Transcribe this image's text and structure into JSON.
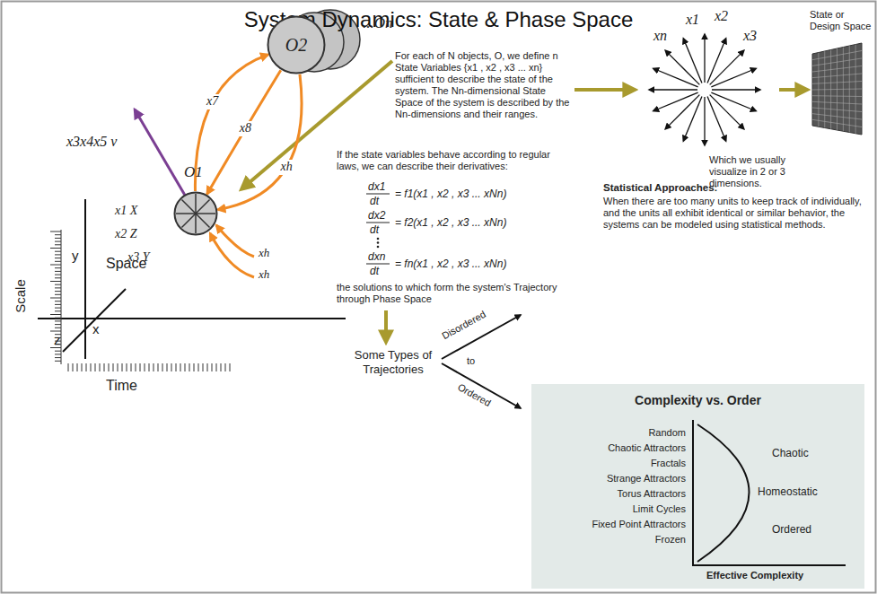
{
  "diagram": {
    "title": "System Dynamics: State & Phase Space",
    "nodes": [
      {
        "text": [
          "O1"
        ]
      },
      {
        "text": [
          "O2"
        ]
      },
      {
        "text": [
          "Complexity vs. Order",
          "Random",
          "Chaotic Attractors",
          "Fractals",
          "Strange Attractors",
          "Torus Attractors",
          "Limit Cycles",
          "Fixed Point Attractors",
          "Frozen",
          "Chaotic",
          "Homeostatic",
          "Ordered",
          "Effective Complexity"
        ]
      }
    ],
    "edges": [
      {
        "from": 0,
        "to": 1,
        "label": "x7",
        "arrow": "to"
      },
      {
        "from": 1,
        "to": 0,
        "label": "x8",
        "arrow": "to"
      },
      {
        "from": 1,
        "to": 0,
        "label": "xh",
        "arrow": "to"
      }
    ],
    "labels": [
      "...On",
      "x3x4x5 v",
      "x1 X",
      "x2 Z",
      "x3 Y",
      "xh",
      "xh",
      "Scale",
      "y",
      "Space",
      "z",
      "x",
      "Time",
      "For each of N objects, O, we define n State Variables {x1 , x2 , x3 ... xn} sufficient to describe the state of the system. The Nn-dimensional State Space of the system is described by the Nn-dimensions and their ranges.",
      "If the state variables behave according to regular laws, we can describe their derivatives:",
      "dx1",
      "dt",
      "= f1(x1 , x2 , x3 ... xNn)",
      "dx2",
      "dt",
      "= f2(x1 , x2 , x3 ... xNn)",
      "dxn",
      "dt",
      "= fn(x1 , x2 , x3 ... xNn)",
      "the solutions to which form the system's Trajectory through Phase Space",
      "Some Types of Trajectories",
      "Disordered",
      "to",
      "Ordered",
      "x1",
      "x2",
      "x3",
      "xn",
      "State or Design Space",
      "Which we usually visualize in 2 or 3 dimensions.",
      "Statistical Approaches:",
      "When there are too many units to keep track of individually, and the units all exhibit identical or similar behavior, the systems can be modeled using statistical methods."
    ]
  }
}
